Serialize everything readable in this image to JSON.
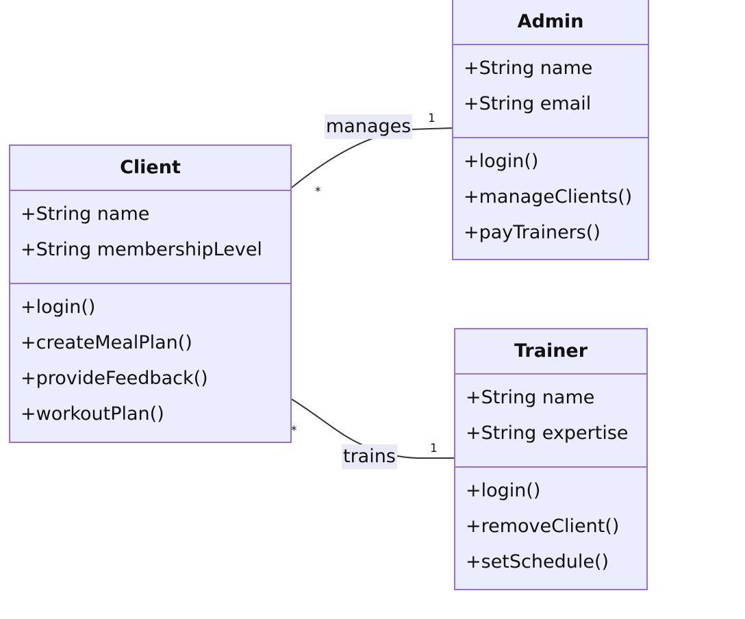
{
  "classes": {
    "admin": {
      "name": "Admin",
      "attributes": [
        "+String name",
        "+String email"
      ],
      "methods": [
        "+login()",
        "+manageClients()",
        "+payTrainers()"
      ]
    },
    "client": {
      "name": "Client",
      "attributes": [
        "+String name",
        "+String membershipLevel"
      ],
      "methods": [
        "+login()",
        "+createMealPlan()",
        "+provideFeedback()",
        "+workoutPlan()"
      ]
    },
    "trainer": {
      "name": "Trainer",
      "attributes": [
        "+String name",
        "+String expertise"
      ],
      "methods": [
        "+login()",
        "+removeClient()",
        "+setSchedule()"
      ]
    }
  },
  "relations": {
    "manages": {
      "label": "manages",
      "from": "Admin",
      "to": "Client",
      "from_multiplicity": "1",
      "to_multiplicity": "*"
    },
    "trains": {
      "label": "trains",
      "from": "Trainer",
      "to": "Client",
      "from_multiplicity": "1",
      "to_multiplicity": "*"
    }
  },
  "colors": {
    "class_fill": "#ececff",
    "class_border": "#9370db",
    "edge_stroke": "#333333",
    "label_background": "#e8e8f6"
  }
}
